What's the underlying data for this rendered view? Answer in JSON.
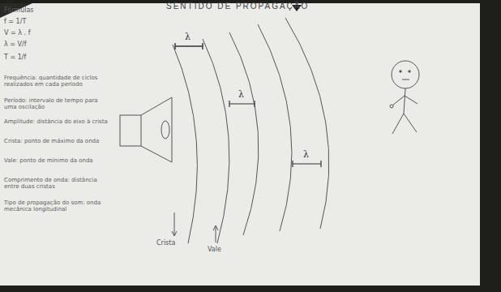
{
  "diagram": {
    "title": "SENTIDO DE PROPAGAÇÃO",
    "labels": [
      "Fórmulas",
      "f = 1/T",
      "V = λ . f",
      "λ = V/f",
      "T = 1/f",
      "Frequência: quantidade de ciclos realizados em cada período",
      "Período: intervalo de tempo para uma oscilação",
      "Amplitude: distância do eixo à crista",
      "Crista: ponto de máximo da onda",
      "Vale: ponto de mínimo da onda",
      "Comprimento de onda: distância entre duas cristas",
      "Tipo de propagação do som: onda mecânica longitudinal",
      "λ",
      "λ",
      "λ",
      "Crista",
      "Vale"
    ]
  }
}
